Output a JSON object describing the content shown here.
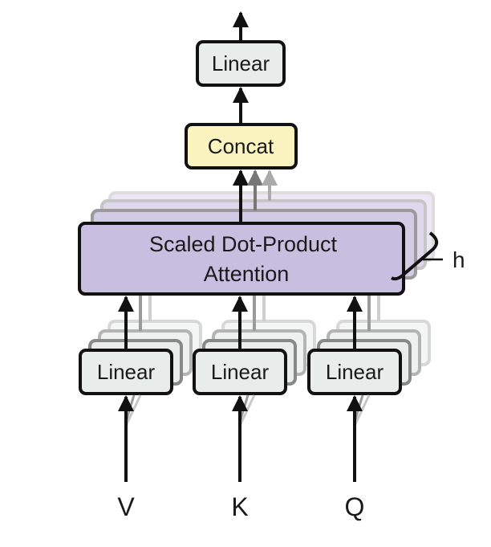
{
  "title": "",
  "colors": {
    "linear_fill": "#e8ecea",
    "concat_fill": "#fbf4c0",
    "attention_fill": "#c8bfe0",
    "stroke": "#111111"
  },
  "output_linear": {
    "label": "Linear"
  },
  "concat": {
    "label": "Concat"
  },
  "attention": {
    "line1": "Scaled Dot-Product",
    "line2": "Attention"
  },
  "heads_label": "h",
  "input_linears": [
    {
      "label": "Linear",
      "input": "V"
    },
    {
      "label": "Linear",
      "input": "K"
    },
    {
      "label": "Linear",
      "input": "Q"
    }
  ]
}
